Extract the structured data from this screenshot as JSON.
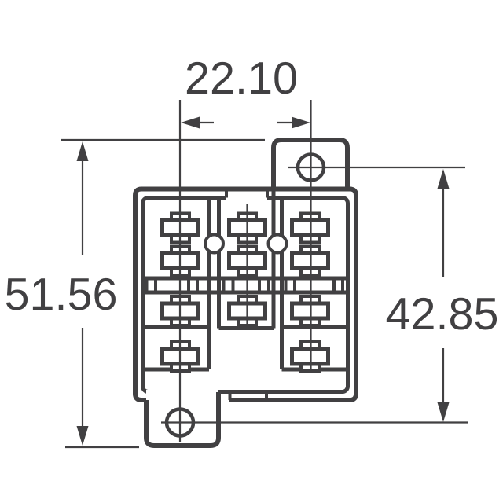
{
  "drawing": {
    "background": "#ffffff",
    "line_color": "#414042",
    "dimensions": {
      "width": "22.10",
      "height_overall": "51.56",
      "height_holes": "42.85"
    }
  }
}
